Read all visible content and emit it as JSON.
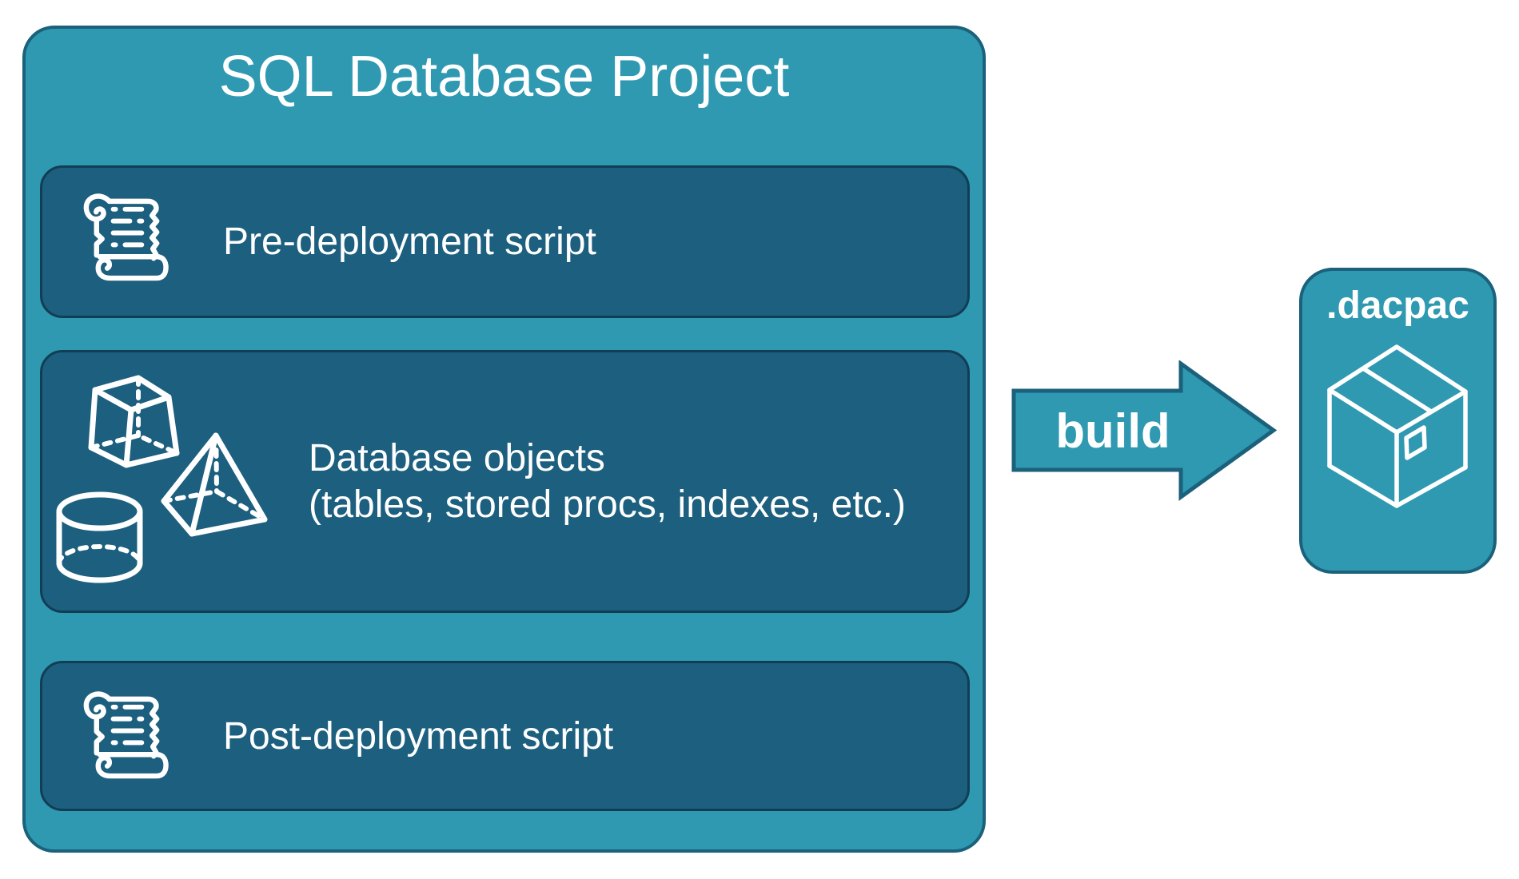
{
  "project": {
    "title": "SQL Database Project",
    "items": [
      {
        "id": "pre-deployment",
        "label": "Pre-deployment script",
        "icon": "scroll-icon"
      },
      {
        "id": "database-objects",
        "label": "Database objects",
        "sublabel": "(tables, stored procs, indexes, etc.)",
        "icons": [
          "cube-icon",
          "pyramid-icon",
          "cylinder-icon"
        ]
      },
      {
        "id": "post-deployment",
        "label": "Post-deployment script",
        "icon": "scroll-icon"
      }
    ]
  },
  "arrow": {
    "label": "build",
    "direction": "right"
  },
  "output": {
    "label": ".dacpac",
    "icon": "package-box-icon"
  },
  "colors": {
    "teal_fill": "#2E99B0",
    "teal_border": "#1B617B",
    "panel_fill": "#1C5F7E",
    "panel_border": "#123E55",
    "text": "#FFFFFF",
    "background": "#FFFFFF"
  }
}
